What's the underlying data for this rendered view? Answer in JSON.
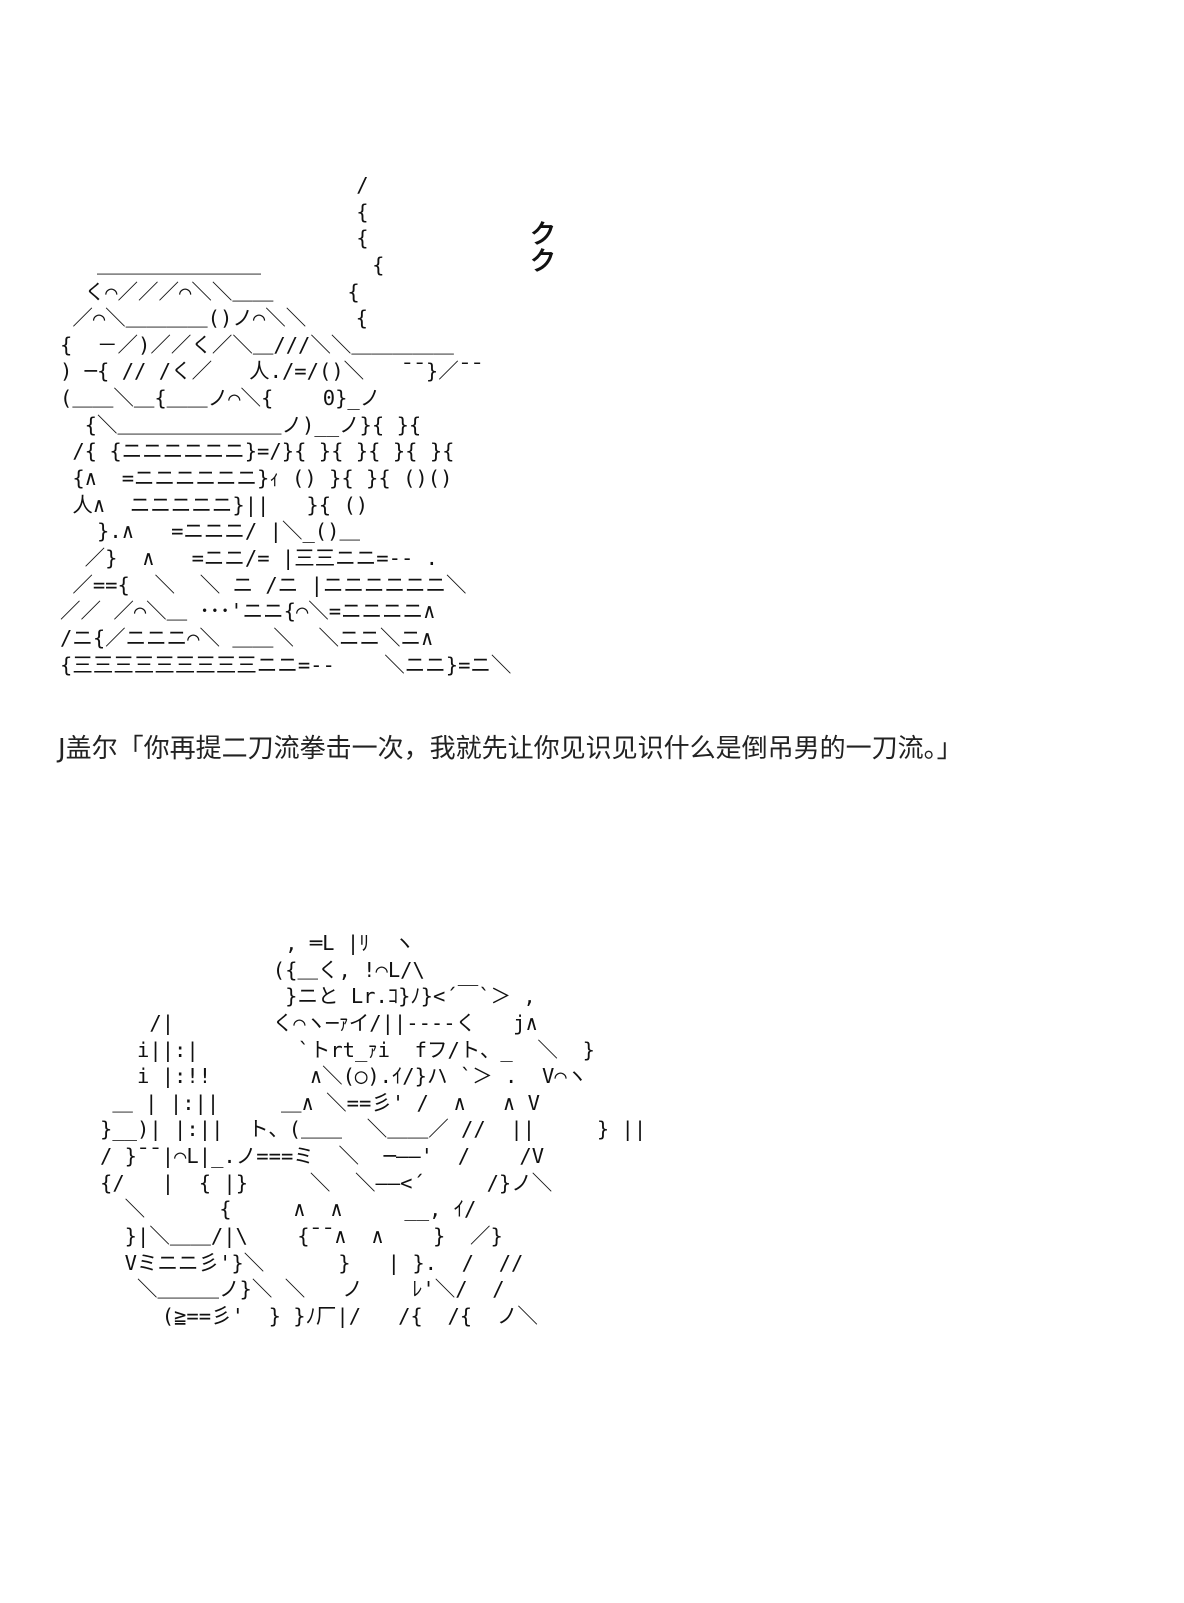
{
  "art_top": "                        /\n                        {\n                        {\n   ＿＿＿＿＿＿＿＿         {\n  く⌒／／／⌒＼＼＿＿      {\n ／⌒＼＿＿＿＿()ノ⌒＼＼    {\n{  －／)／／く／＼＿///＼＼＿＿＿＿＿\n) ─{ // /く／   人./=/()＼   ¯¯}／¯¯\n(＿＿＼＿{＿＿ノ⌒＼{    0}_ノ\n  {＼＿＿＿＿＿＿＿＿ノ)__ノ}{ }{\n /{ {ニニニニニニ}=/}{ }{ }{ }{ }{\n {∧  =ニニニニニニ}ｨ () }{ }{ ()()\n 人∧  ニニニニニ}||   }{ ()\n   }.∧   =ニニニ/ |＼_()＿\n  ／}  ∧   =ニニ/= |三三ニニ=-- .\n ／=={  ＼  ＼ ニ /ニ |ニニニニニニ＼\n／／ ／⌒＼＿ ･･･'ニニ{⌒＼=ニニニニ∧\n/ニ{／ニニニ⌒＼ ＿＿＼  ＼ニニ＼ニ∧\n{三三三三三三三三三ニニ=--    ＼ニニ}=ニ＼",
  "kuku": "ク\nク",
  "dialogue": "J盖尔「你再提二刀流拳击一次，我就先让你见识见识什么是倒吊男的一刀流。」",
  "art_bottom": "               , ═L |ﾘ  ヽ\n              ({＿く, !⌒L/\\\n               }ニと Lr.ｺ}ﾉ}<´￣`＞ ,\n    /|        く⌒ヽ─ｧイ/||----く   j∧\n   i||:|        `トrt_ｧi  fフ/ト、_  ＼  }\n   i |:!!        ∧＼(◯).ｲ/}ハ `＞ .  V⌒ヽ\n ＿ | |:||     ＿∧ ＼==彡' /  ∧   ∧ V\n}__)| |:||  ト、(＿＿  ＼＿＿／ //  ||     } ||\n/ }¯¯|⌒L|_.ノ===ミ  ＼  ─――'  /    /V\n{/   |  { |}     ＼  ＼――<´     /}ノ＼\n  ＼      {     ∧  ∧     __, ｲ/\n  }|＼＿＿/|\\    {¯¯∧  ∧    }  ／}\n  Vミニニ彡'}＼      }   | }.  /  //\n   ＼＿＿＿ノ}＼ ＼   ノ    ﾚ'＼/  /\n     (≧==彡'  } }ﾉ厂|/   /{  /{  ノ＼"
}
